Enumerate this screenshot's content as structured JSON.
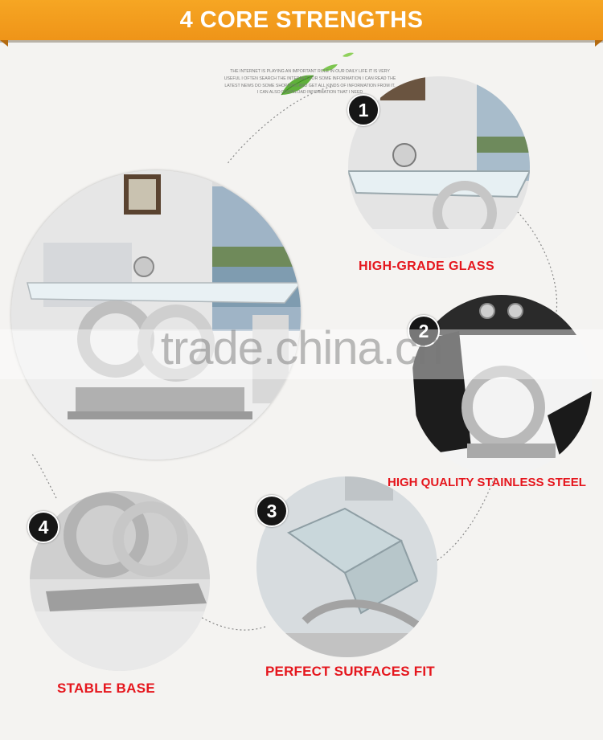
{
  "banner": {
    "title": "4 CORE STRENGTHS",
    "color": "#f39c1e"
  },
  "intro_text": "THE INTERNET IS PLAYING AN IMPORTANT ROLE IN OUR DAILY LIFE IT IS VERY USEFUL I OFTEN SEARCH THE INTERNET FOR SOME INFORMATION I CAN READ THE LATEST NEWS DO SOME SHOPPING AND GET ALL KINDS OF INFORMATION FROM IT. I CAN ALSO DOWNLOAD INFORMATION THAT I NEED",
  "features": [
    {
      "number": "1",
      "label": "HIGH-GRADE GLASS"
    },
    {
      "number": "2",
      "label": "HIGH QUALITY STAINLESS STEEL"
    },
    {
      "number": "3",
      "label": "PERFECT SURFACES FIT"
    },
    {
      "number": "4",
      "label": "STABLE BASE"
    }
  ],
  "watermark": "trade.china.cn",
  "colors": {
    "accent": "#f39c1e",
    "caption": "#e5161d",
    "badge": "#161616"
  }
}
